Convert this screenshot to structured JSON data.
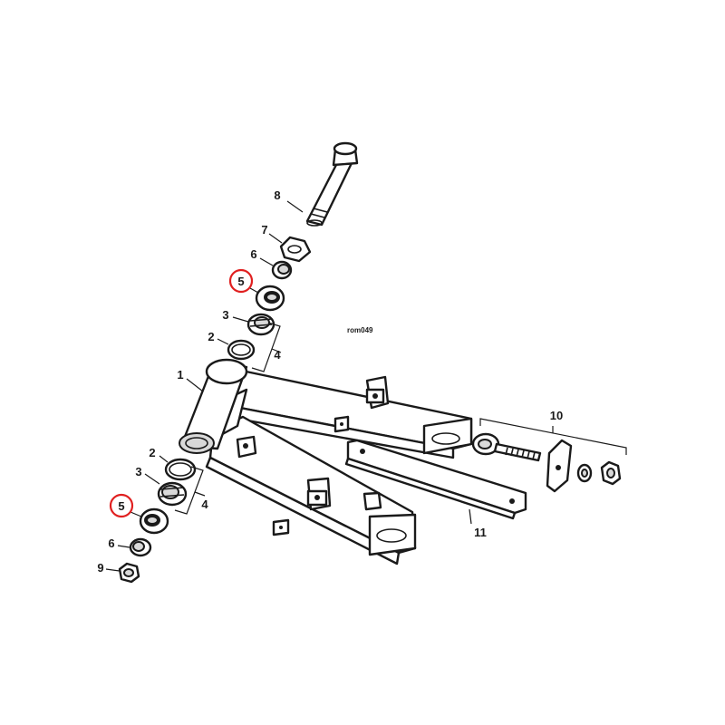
{
  "reference_code": "rom049",
  "highlight_color": "#e02020",
  "line_color": "#1a1a1a",
  "callouts": {
    "c1": "1",
    "c2_top": "2",
    "c2_bottom": "2",
    "c3_top": "3",
    "c3_bottom": "3",
    "c4_top": "4",
    "c4_bottom": "4",
    "c5_top": "5",
    "c5_bottom": "5",
    "c6_top": "6",
    "c6_bottom": "6",
    "c7": "7",
    "c8": "8",
    "c9": "9",
    "c10": "10",
    "c11": "11"
  },
  "icons": {
    "highlight_marker": "red-circle"
  }
}
